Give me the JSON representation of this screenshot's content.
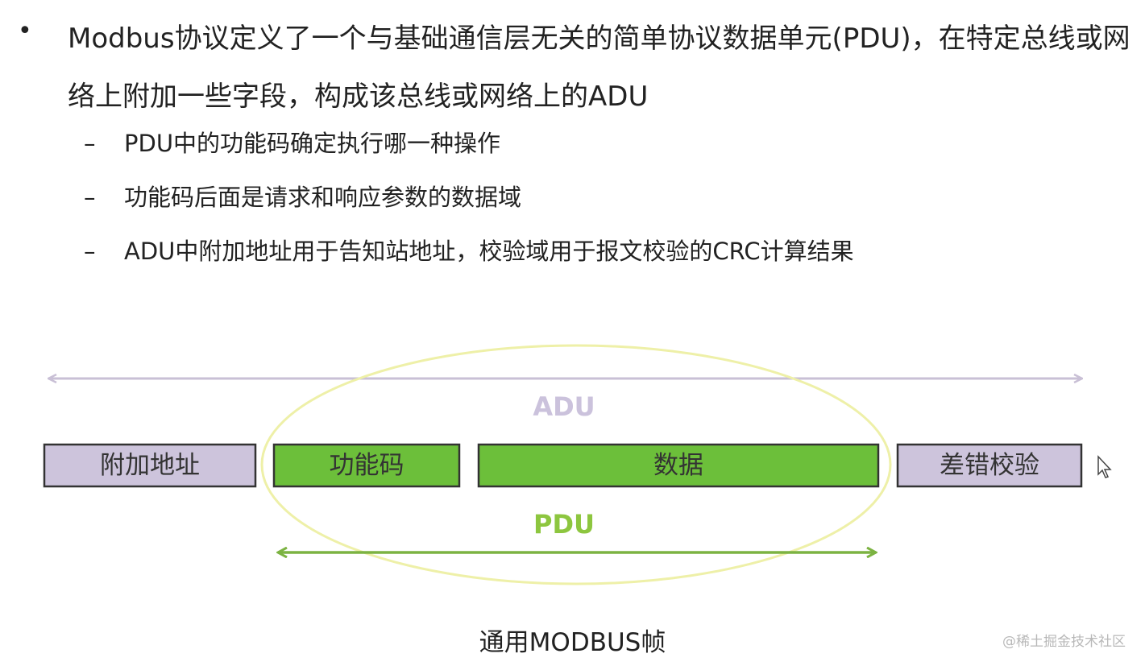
{
  "slide": {
    "bullet_symbol": "•",
    "main_bullet": "Modbus协议定义了一个与基础通信层无关的简单协议数据单元(PDU)，在特定总线或网络上附加一些字段，构成该总线或网络上的ADU",
    "sub_bullets": [
      "PDU中的功能码确定执行哪一种操作",
      "功能码后面是请求和响应参数的数据域",
      "ADU中附加地址用于告知站地址，校验域用于报文校验的CRC计算结果"
    ],
    "dash_symbol": "–"
  },
  "diagram": {
    "adu_label": "ADU",
    "pdu_label": "PDU",
    "boxes": {
      "address": "附加地址",
      "function_code": "功能码",
      "data": "数据",
      "checksum": "差错校验"
    },
    "caption": "通用MODBUS帧"
  },
  "watermark": "@稀土掘金技术社区",
  "colors": {
    "adu_purple": "#cdc4dc",
    "adu_arrow": "#c9c0d6",
    "adu_text": "#cbc2dc",
    "pdu_green": "#6cbf3a",
    "pdu_arrow": "#7cb342",
    "pdu_text": "#8dc63f",
    "ellipse": "#eef0a8",
    "border": "#333333"
  }
}
